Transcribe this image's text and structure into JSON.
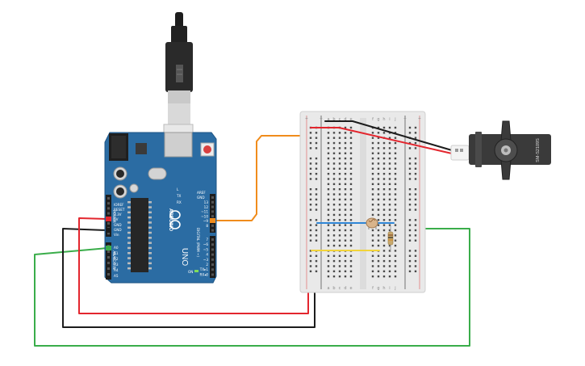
{
  "board": {
    "brand": "ARDUINO",
    "model": "UNO",
    "digital_label": "DIGITAL (PWM ~)",
    "analog_label": "ANALOG IN",
    "power_label": "POWER",
    "ioref": "IOREF",
    "reset": "RESET",
    "v33": "3.3V",
    "v5": "5V",
    "gnd1": "GND",
    "gnd2": "GND",
    "vin": "Vin",
    "aref": "AREF",
    "gnd_top": "GND",
    "analog_pins": [
      "A0",
      "A1",
      "A2",
      "A3",
      "A4",
      "A5"
    ],
    "digital_pins": [
      "13",
      "12",
      "~11",
      "~10",
      "~9",
      "8",
      "7",
      "~6",
      "~5",
      "4",
      "~3",
      "2",
      "TX▸1",
      "RX◂0"
    ],
    "tx": "TX",
    "rx": "RX",
    "l": "L",
    "on": "ON"
  },
  "breadboard": {
    "columns_left": [
      "a",
      "b",
      "c",
      "d",
      "e"
    ],
    "columns_right": [
      "f",
      "g",
      "h",
      "i",
      "j"
    ],
    "rail_plus": "+",
    "rail_minus": "−"
  },
  "servo": {
    "label": "SM-S2109S"
  },
  "colors": {
    "board": "#2b6ca3",
    "board_dark": "#1f5584",
    "wire_red": "#e3262e",
    "wire_black": "#1c1c1c",
    "wire_green": "#3aad4a",
    "wire_orange": "#f08c1c",
    "wire_blue": "#2f86d6",
    "wire_yellow": "#f2d43a",
    "breadboard": "#e9e9e9"
  }
}
